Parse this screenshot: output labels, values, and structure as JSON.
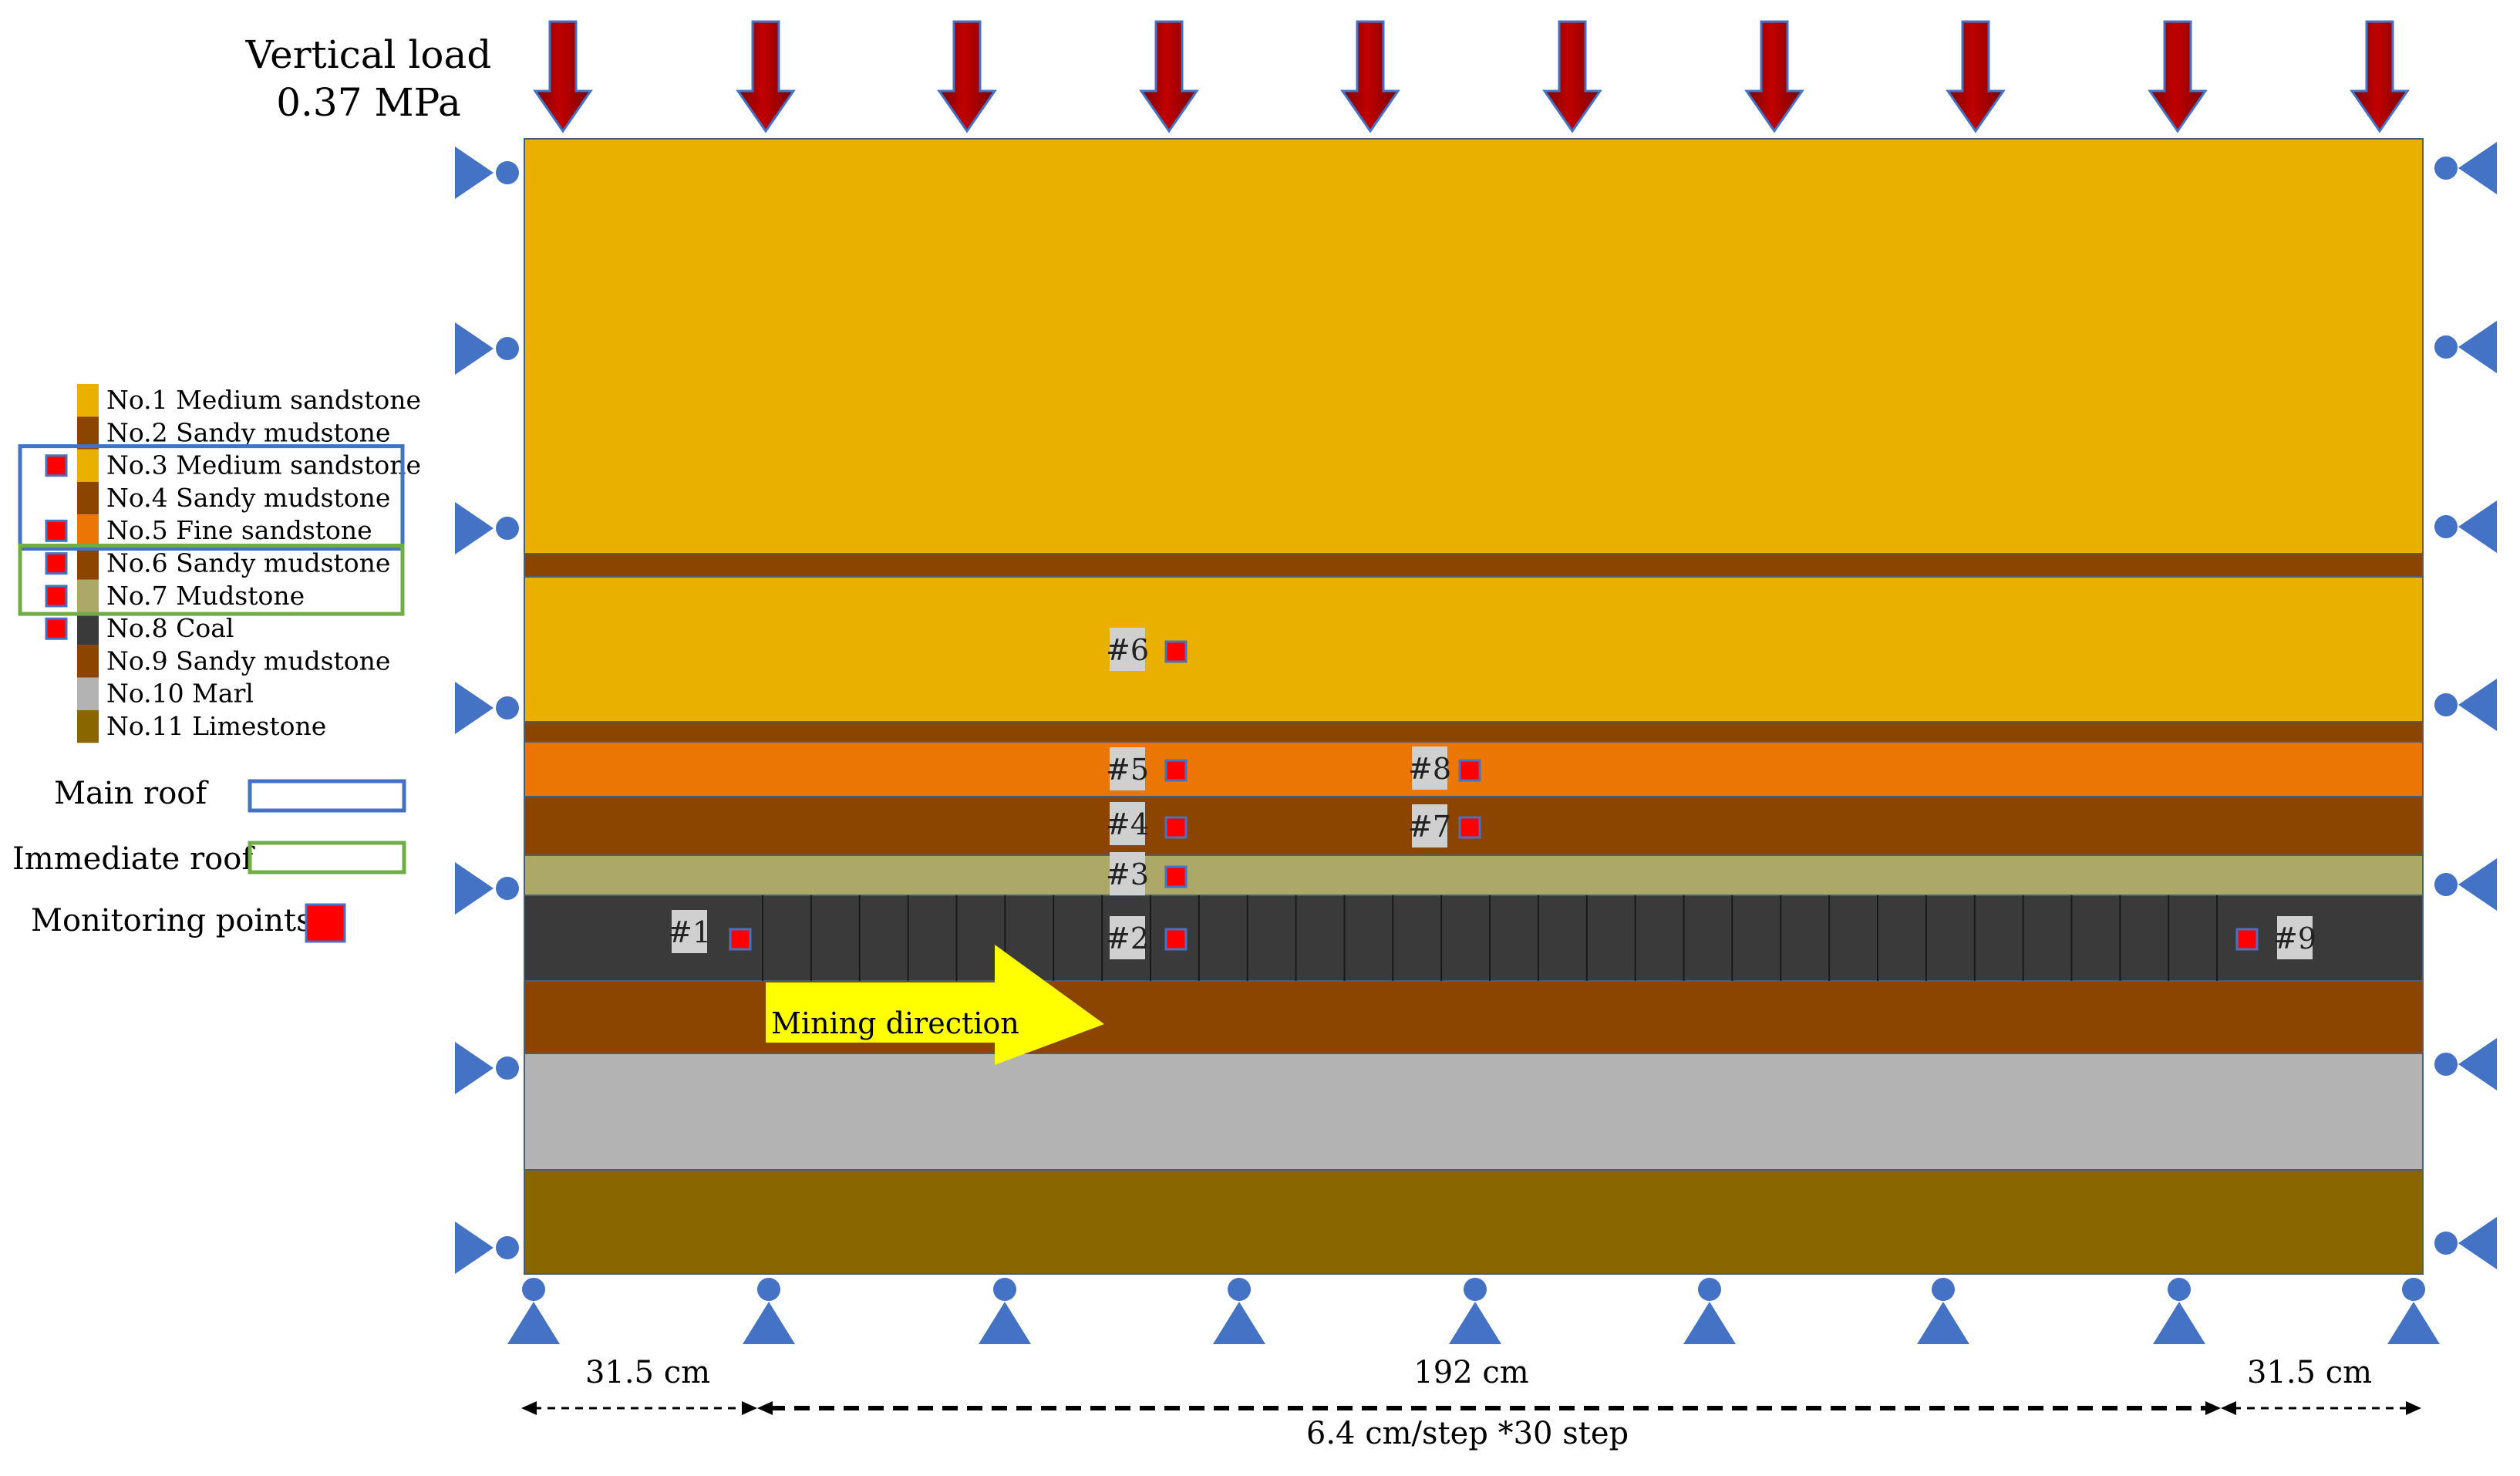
{
  "load": {
    "line1": "Vertical load",
    "line2": "0.37 MPa",
    "color": "#c00000"
  },
  "layers": [
    {
      "id": "L1",
      "name": "No.1 Medium sandstone",
      "color": "#eab000"
    },
    {
      "id": "L2",
      "name": "No.2 Sandy mudstone",
      "color": "#8b4500"
    },
    {
      "id": "L3",
      "name": "No.3 Medium sandstone",
      "color": "#eab000"
    },
    {
      "id": "L4",
      "name": "No.4 Sandy mudstone",
      "color": "#8b4500"
    },
    {
      "id": "L5",
      "name": "No.5 Fine sandstone",
      "color": "#ec7604"
    },
    {
      "id": "L6",
      "name": "No.6 Sandy mudstone",
      "color": "#8b4500"
    },
    {
      "id": "L7",
      "name": "No.7 Mudstone",
      "color": "#aca868"
    },
    {
      "id": "L8",
      "name": "No.8 Coal",
      "color": "#3a3a3a"
    },
    {
      "id": "L9",
      "name": "No.9 Sandy mudstone",
      "color": "#8b4500"
    },
    {
      "id": "L10",
      "name": "No.10 Marl",
      "color": "#b3b3b3"
    },
    {
      "id": "L11",
      "name": "No.11 Limestone",
      "color": "#8a6600"
    }
  ],
  "legend_markers_on": [
    "L3",
    "L5",
    "L6",
    "L7",
    "L8"
  ],
  "roof_legend": {
    "main_roof": "Main roof",
    "immediate_roof": "Immediate roof",
    "monitoring_points": "Monitoring points",
    "main_roof_color": "#4472c4",
    "immediate_roof_color": "#70ad47",
    "marker_color": "#ff0000"
  },
  "monitoring_points": [
    "#1",
    "#2",
    "#3",
    "#4",
    "#5",
    "#6",
    "#7",
    "#8",
    "#9"
  ],
  "mining_direction": {
    "label": "Mining direction",
    "color": "#ffff00"
  },
  "dimensions": {
    "left": "31.5 cm",
    "middle": "192 cm",
    "right": "31.5 cm",
    "step": "6.4 cm/step *30 step"
  },
  "support_color": "#4472c4",
  "arrow_color": "#c00000"
}
